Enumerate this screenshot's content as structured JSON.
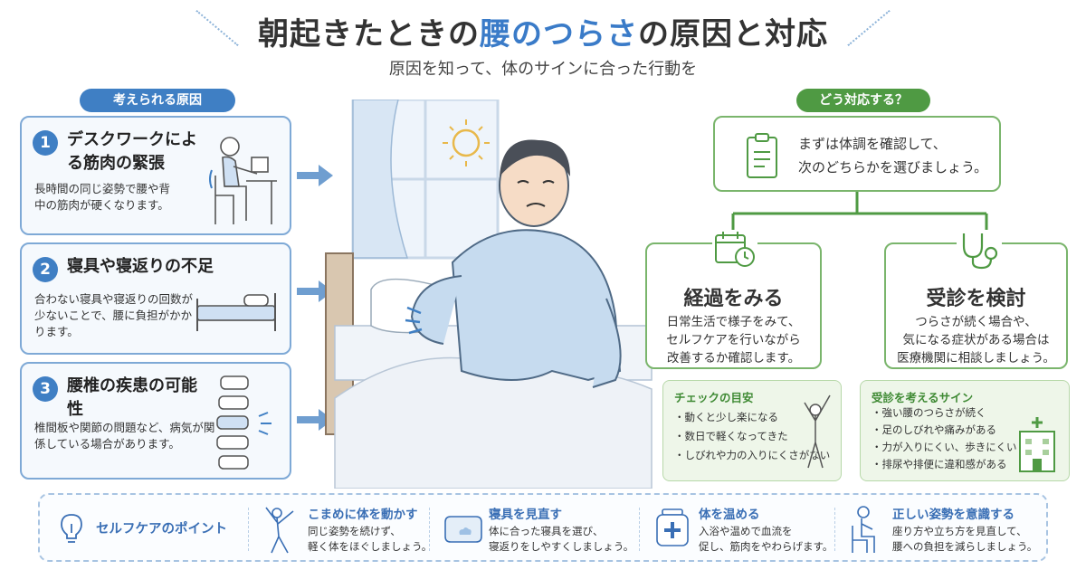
{
  "header": {
    "title_pre": "朝起きたときの",
    "title_highlight": "腰のつらさ",
    "title_post": "の原因と対応",
    "subtitle": "原因を知って、体のサインに合った行動を"
  },
  "causes_label": "考えられる原因",
  "causes": [
    {
      "num": "1",
      "title": "デスクワークによる筋肉の緊張",
      "body": "長時間の同じ姿勢で腰や背中の筋肉が硬くなります。",
      "icon": "desk-worker-icon"
    },
    {
      "num": "2",
      "title": "寝具や寝返りの不足",
      "body": "合わない寝具や寝返りの回数が少ないことで、腰に負担がかかります。",
      "icon": "bed-icon"
    },
    {
      "num": "3",
      "title": "腰椎の疾患の可能性",
      "body": "椎間板や関節の問題など、病気が関係している場合があります。",
      "icon": "spine-icon"
    }
  ],
  "actions_label": "どう対応する？",
  "first_step": {
    "line1": "まずは体調を確認して、",
    "line2": "次のどちらかを選びましょう。",
    "icon": "clipboard-icon"
  },
  "options": [
    {
      "title": "経過をみる",
      "body": [
        "日常生活で様子をみて、",
        "セルフケアを行いながら",
        "改善するか確認します。"
      ],
      "icon": "calendar-clock-icon",
      "check_title": "チェックの目安",
      "check_items": [
        "・動くと少し楽になる",
        "・数日で軽くなってきた",
        "・しびれや力の入りにくさがない"
      ]
    },
    {
      "title": "受診を検討",
      "body": [
        "つらさが続く場合や、",
        "気になる症状がある場合は",
        "医療機関に相談しましょう。"
      ],
      "icon": "stethoscope-icon",
      "check_title": "受診を考えるサイン",
      "check_items": [
        "・強い腰のつらさが続く",
        "・足のしびれや痛みがある",
        "・力が入りにくい、歩きにくい",
        "・排尿や排便に違和感がある"
      ]
    }
  ],
  "self_care": {
    "label": "セルフケアのポイント",
    "tips": [
      {
        "title": "こまめに体を動かす",
        "body": [
          "同じ姿勢を続けず、",
          "軽く体をほぐしましょう。"
        ],
        "icon": "stretch-person-icon"
      },
      {
        "title": "寝具を見直す",
        "body": [
          "体に合った寝具を選び、",
          "寝返りをしやすくしましょう。"
        ],
        "icon": "pillow-icon"
      },
      {
        "title": "体を温める",
        "body": [
          "入浴や温めで血流を",
          "促し、筋肉をやわらげます。"
        ],
        "icon": "warm-pack-icon"
      },
      {
        "title": "正しい姿勢を意識する",
        "body": [
          "座り方や立ち方を見直して、",
          "腰への負担を減らしましょう。"
        ],
        "icon": "seated-posture-icon"
      }
    ]
  },
  "colors": {
    "blue": "#3f7fc4",
    "green": "#4f9a43",
    "highlight": "#3a7bc8"
  }
}
